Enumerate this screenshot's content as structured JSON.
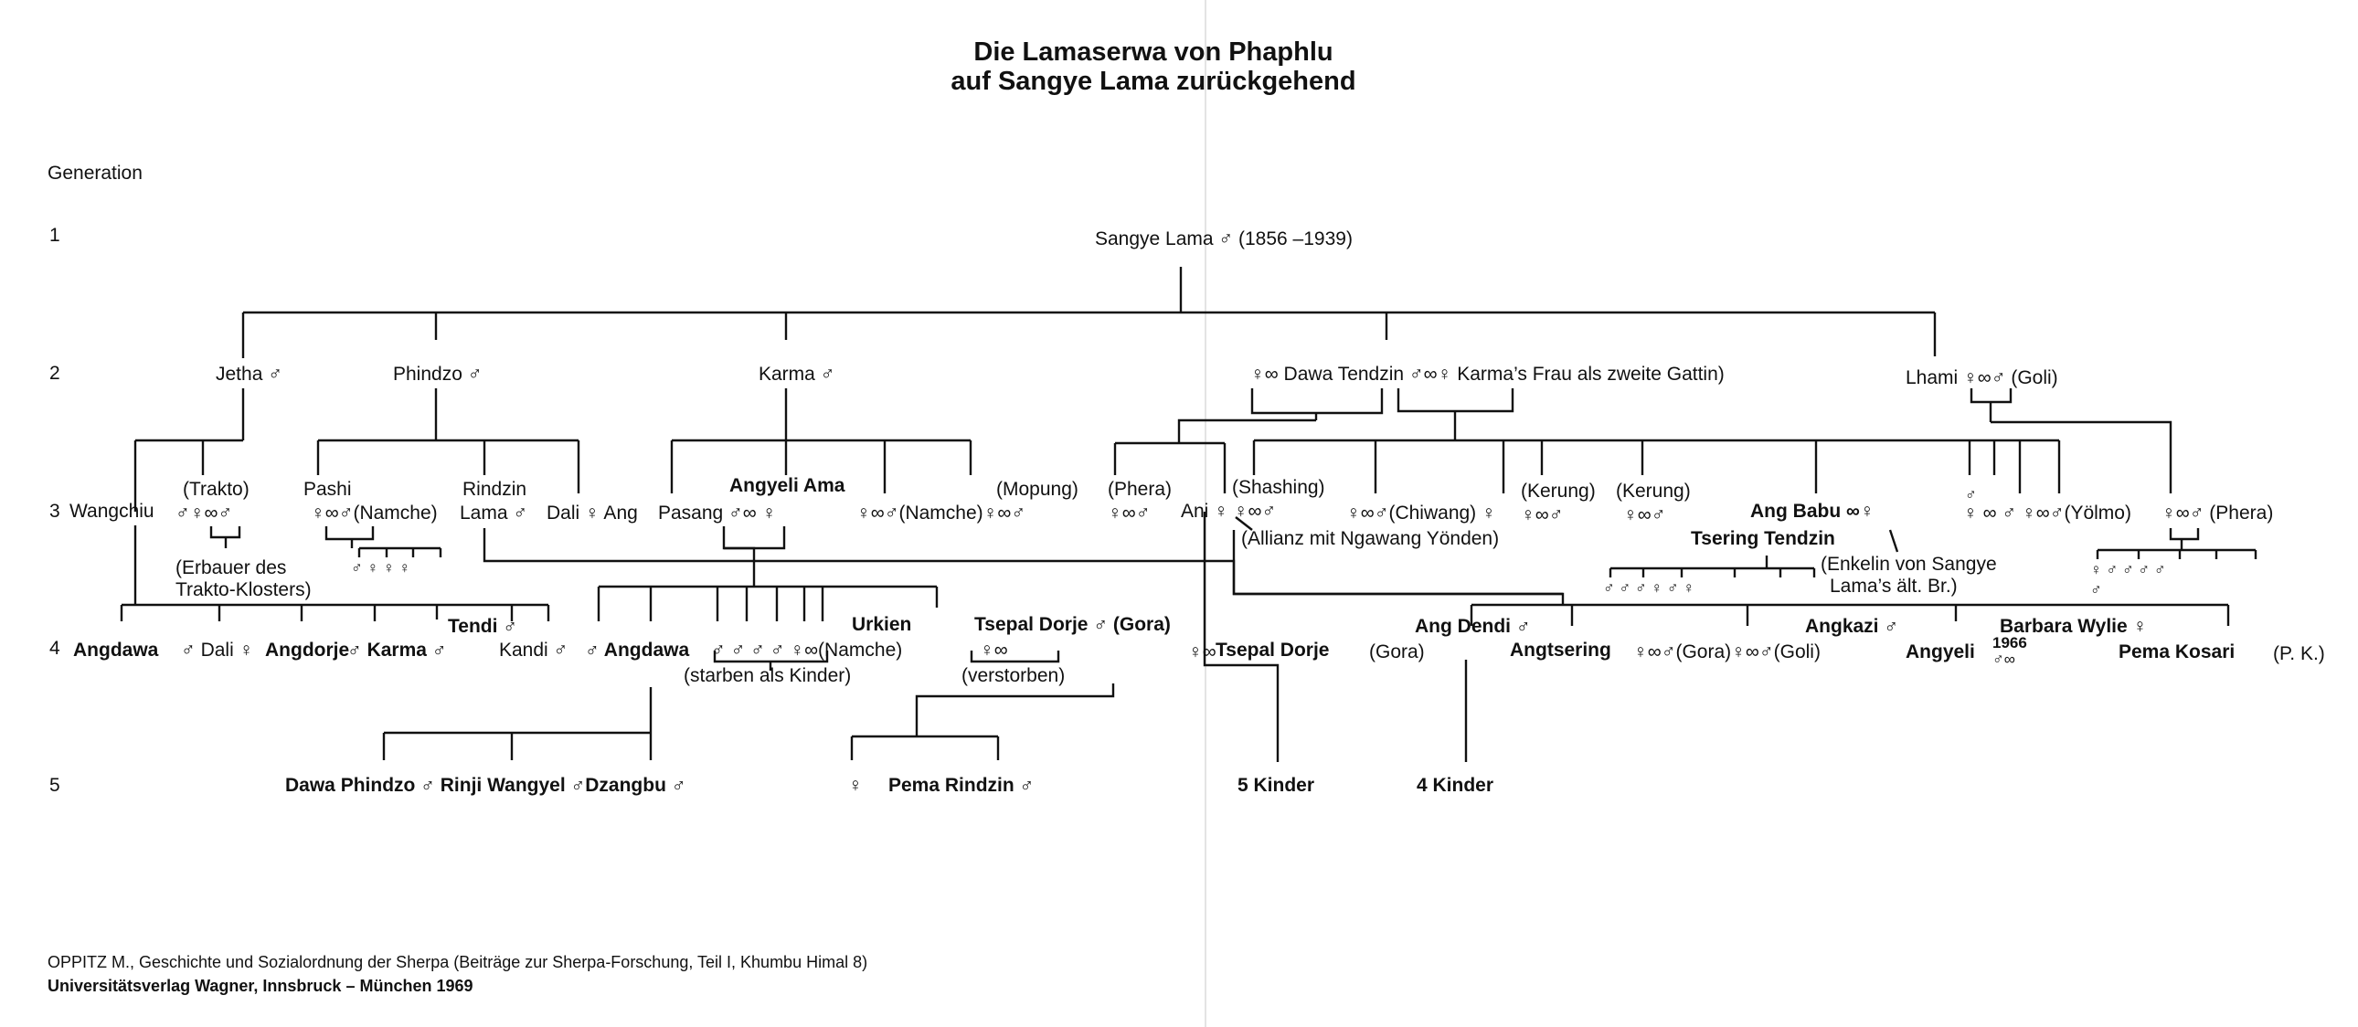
{
  "title": {
    "line1": "Die Lamaserwa von Phaphlu",
    "line2": "auf Sangye Lama zurückgehend"
  },
  "generation": {
    "label": "Generation",
    "numbers": [
      "1",
      "2",
      "3",
      "4",
      "5"
    ]
  },
  "reference": {
    "line1": "OPPITZ M., Geschichte und Sozialordnung der Sherpa (Beiträge zur Sherpa-Forschung, Teil I, Khumbu Himal 8)",
    "line2": "Universitätsverlag Wagner, Innsbruck – München 1969"
  },
  "nodes": {
    "gen1_root": "Sangye   Lama ♂ (1856 –1939)",
    "g2_jetha": "Jetha ♂",
    "g2_phindzo": "Phindzo ♂",
    "g2_karma": "Karma ♂",
    "g2_dawa": "♀∞  Dawa  Tendzin    ♂∞♀  Karma’s Frau als zweite Gattin)",
    "g2_lhami": "Lhami ♀∞♂ (Goli)",
    "g3_wangchiu": "Wangchiu",
    "g3_trakto": "(Trakto)",
    "g3_trakto_sym": "♂♀∞♂",
    "g3_erbauer1": "(Erbauer des",
    "g3_erbauer2": "Trakto-Klosters)",
    "g3_pashi": "Pashi",
    "g3_pashi_sym": "♀∞♂(Namche)",
    "g3_rindzin": "Rindzin",
    "g3_lama": "Lama ♂",
    "g3_dali": "Dali ♀ Ang",
    "g3_pasang": "Pasang ♂∞    ♀",
    "g3_angyeli_ama": "Angyeli Ama",
    "g3_namche2": "♀∞♂(Namche)♀∞♂",
    "g3_mopung": "(Mopung)",
    "g3_phera1": "(Phera)",
    "g3_phera1_sym": "♀∞♂",
    "g3_ani": "Ani ♀ ♀∞♂",
    "g3_shashing": "(Shashing)",
    "g3_allianz": "(Allianz mit Ngawang Yönden)",
    "g3_chiwang": "♀∞♂(Chiwang) ♀",
    "g3_kerung1": "(Kerung)",
    "g3_kerung1_sym": "♀∞♂",
    "g3_kerung2": "(Kerung)",
    "g3_kerung2_sym": "♀∞♂",
    "g3_ang_babu": "Ang Babu ∞♀",
    "g3_tsering": "Tsering Tendzin",
    "g3_enkelin1": "(Enkelin von Sangye",
    "g3_enkelin2": "Lama’s ält. Br.)",
    "g3_right_sym": "♀ ∞  ♂  ♀∞♂(Yölmo)",
    "g3_phera2": "♀∞♂  (Phera)",
    "g4_angdawa": "Angdawa",
    "g4_dali": "♂  Dali ♀",
    "g4_angdorje": "Angdorje",
    "g4_karma": "♂ Karma ♂",
    "g4_tendi": "Tendi ♂",
    "g4_kandi": "Kandi ♂",
    "g4_angdawa2": "♂ Angdawa",
    "g4_starben_sym": "♂ ♂ ♂ ♂ ♀∞(Namche)",
    "g4_starben": "(starben als Kinder)",
    "g4_urkien": "Urkien",
    "g4_tsepal1": "Tsepal Dorje ♂ (Gora)",
    "g4_tsepal1_sym": "♀∞",
    "g4_verstorben": "(verstorben)",
    "g4_tsepal2_sym": "♀∞",
    "g4_tsepal2": "Tsepal Dorje",
    "g4_gora": "(Gora)",
    "g4_ang_dendi": "Ang Dendi ♂",
    "g4_angtsering": "Angtsering",
    "g4_angtsering_rest": "♀∞♂(Gora)♀∞♂(Goli)",
    "g4_angkazi": "Angkazi ♂",
    "g4_angyeli": "Angyeli",
    "g4_1966": "1966",
    "g4_1966_sym": "♂∞",
    "g4_barbara": "Barbara Wylie ♀",
    "g4_pema_kosari": "Pema Kosari",
    "g4_pk": "(P. K.)",
    "g5_dawa_phindzo": "Dawa  Phindzo ♂ Rinji Wangyel ♂Dzangbu ♂",
    "g5_pema_sym": "♀",
    "g5_pema": "Pema  Rindzin ♂",
    "g5_5kinder": "5  Kinder",
    "g5_4kinder": "4  Kinder"
  },
  "symbols": {
    "female": "♀",
    "male": "♂",
    "marriage": "∞"
  }
}
